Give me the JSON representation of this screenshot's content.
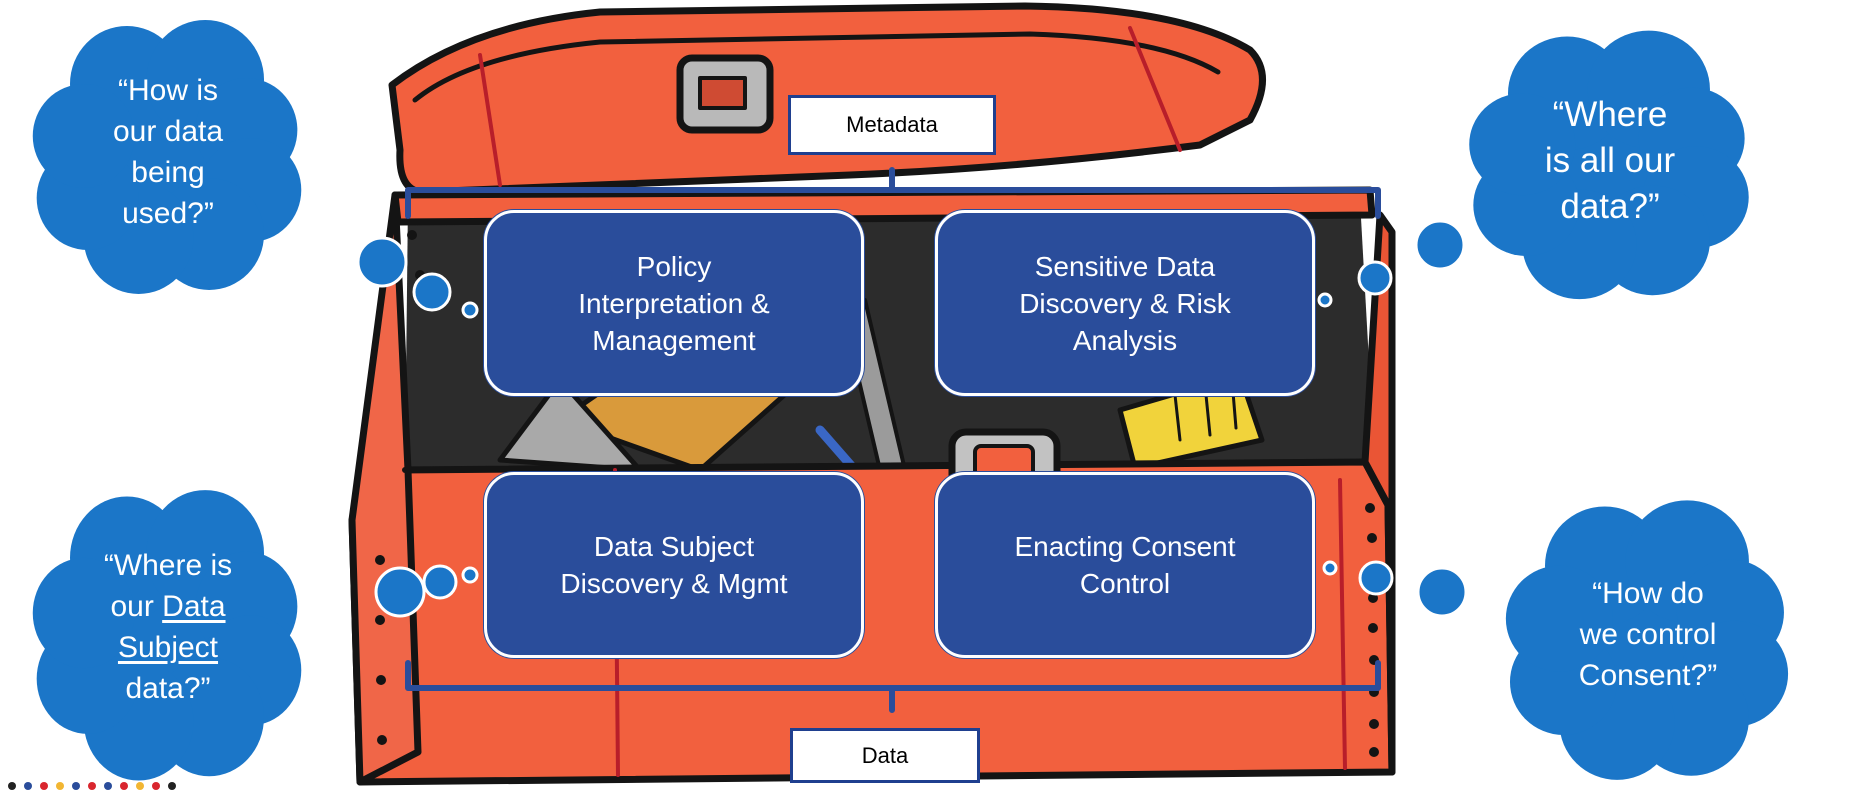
{
  "colors": {
    "cloud": "#1b76c8",
    "box": "#2a4d9b",
    "bracket": "#2a4d9b",
    "chest": "#f2603e",
    "chest_outline": "#141414"
  },
  "labels": {
    "metadata": "Metadata",
    "data": "Data"
  },
  "boxes": {
    "policy": [
      "Policy",
      "Interpretation &",
      "Management"
    ],
    "sensitive": [
      "Sensitive Data",
      "Discovery & Risk",
      "Analysis"
    ],
    "subject": [
      "Data Subject",
      "Discovery & Mgmt"
    ],
    "consent": [
      "Enacting Consent",
      "Control"
    ]
  },
  "clouds": {
    "used": [
      "“How is",
      "our data",
      "being",
      "used?”"
    ],
    "where_all": [
      "“Where",
      "is all our",
      "data?”"
    ],
    "subject": {
      "line1": "“Where is",
      "line2_prefix": "our ",
      "line2_underlined": "Data",
      "line3_underlined": "Subject",
      "line4": "data?”"
    },
    "consent": [
      "“How do",
      "we control",
      "Consent?”"
    ]
  },
  "icons": [
    "treasure-chest-illustration",
    "thought-cloud",
    "bracket"
  ]
}
